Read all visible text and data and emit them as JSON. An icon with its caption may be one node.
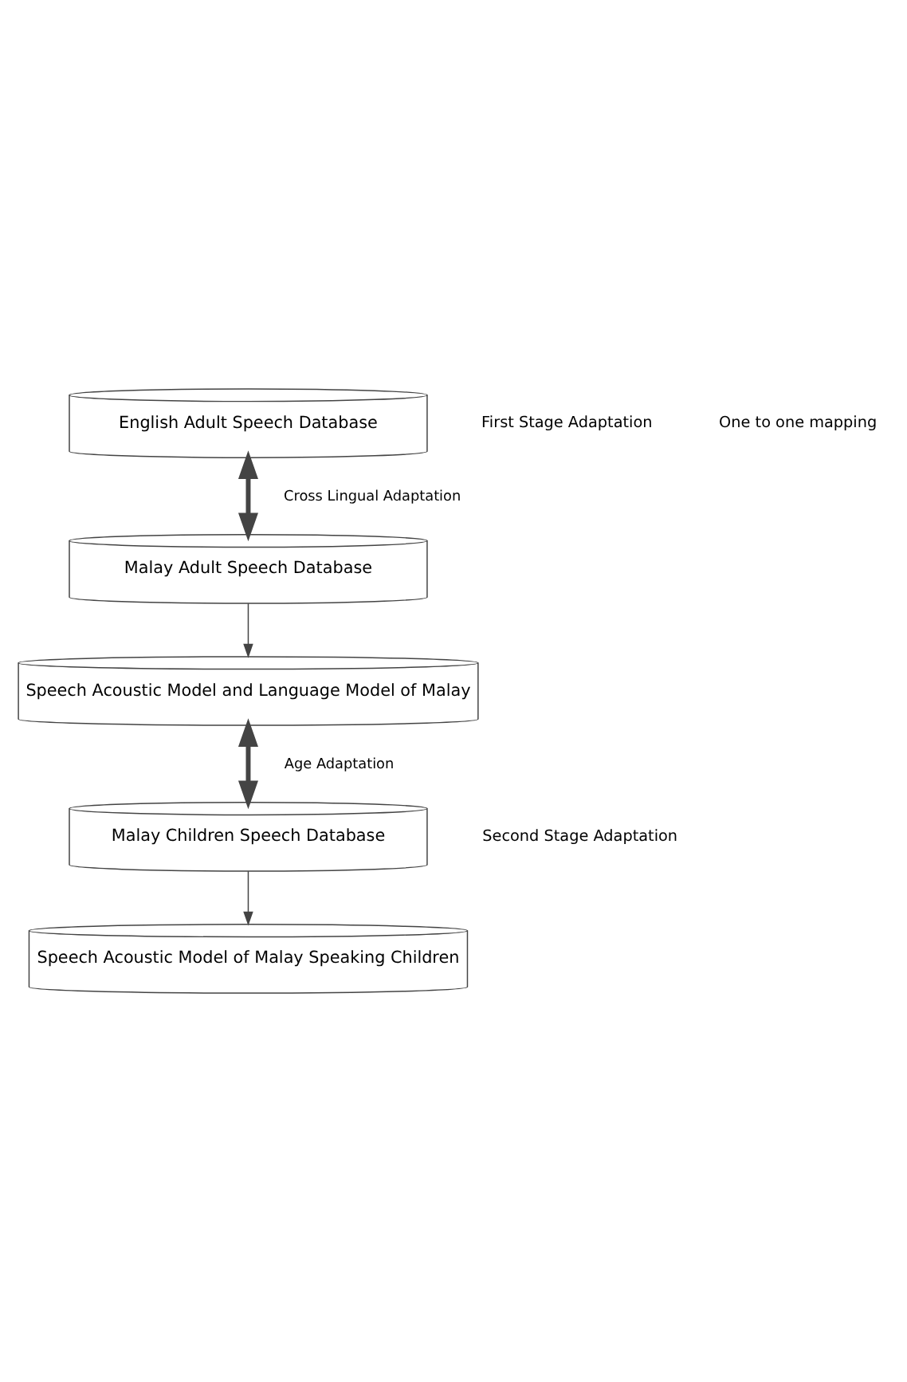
{
  "diagram": {
    "nodes": [
      {
        "text": [
          "English Adult Speech Database"
        ]
      },
      {
        "text": [
          "Malay Adult Speech Database"
        ]
      },
      {
        "text": [
          "Speech Acoustic Model and Language Model of Malay"
        ]
      },
      {
        "text": [
          "Malay Children Speech Database"
        ]
      },
      {
        "text": [
          "Speech Acoustic Model of Malay Speaking Children"
        ]
      }
    ],
    "edges": [
      {
        "from": 0,
        "to": 1,
        "arrow": "both",
        "label": "Cross Lingual Adaptation",
        "style": "thick"
      },
      {
        "from": 1,
        "to": 2,
        "arrow": "to"
      },
      {
        "from": 2,
        "to": 3,
        "arrow": "both",
        "label": "Age Adaptation",
        "style": "thick"
      },
      {
        "from": 3,
        "to": 4,
        "arrow": "to"
      }
    ],
    "labels": [
      "First Stage Adaptation",
      "One to one mapping",
      "Second Stage Adaptation"
    ]
  }
}
